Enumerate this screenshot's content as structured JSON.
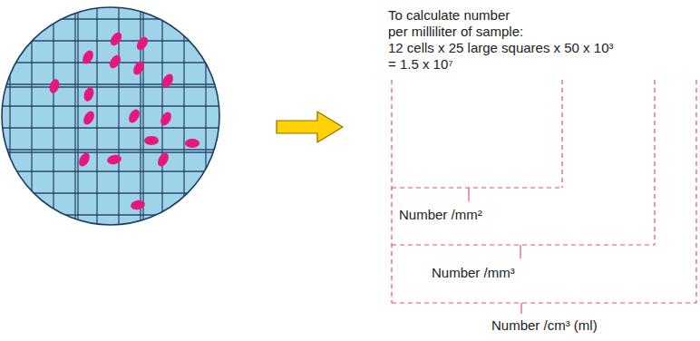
{
  "diagram": {
    "labels": [
      "To calculate number per milliliter of sample:",
      "12 cells x 25 large squares x 50 x 10³",
      "= 1.5 x 10⁷",
      "Number /mm²",
      "Number /mm³",
      "Number /cm³ (ml)"
    ]
  }
}
